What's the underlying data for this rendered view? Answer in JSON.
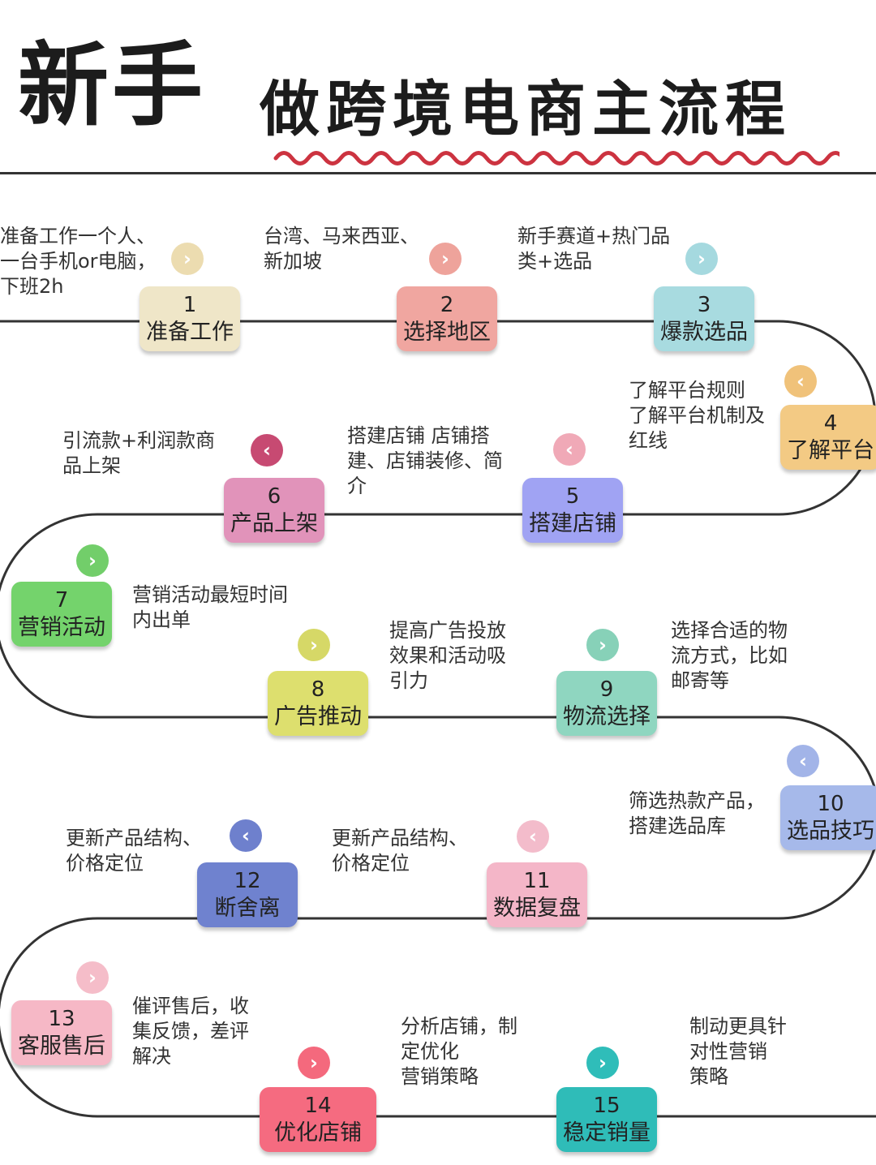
{
  "title": {
    "main": "新手",
    "sub": "做跨境电商主流程"
  },
  "colors": {
    "wave": "#cc3340",
    "track": "#333333",
    "rule": "#333333"
  },
  "steps": [
    {
      "num": "1",
      "label": "准备工作",
      "color": "#efe6c8",
      "arrow_color": "#ecdcb0",
      "arrow_icon": "›",
      "note": "准备工作一个人、\n一台手机or电脑，\n下班2h"
    },
    {
      "num": "2",
      "label": "选择地区",
      "color": "#f0a6a0",
      "arrow_color": "#eea39b",
      "arrow_icon": "›",
      "note": "台湾、马来西亚、\n新加坡"
    },
    {
      "num": "3",
      "label": "爆款选品",
      "color": "#a8dbe0",
      "arrow_color": "#a5d9df",
      "arrow_icon": "›",
      "note": "新手赛道+热门品\n类+选品"
    },
    {
      "num": "4",
      "label": "了解平台",
      "color": "#f3ca84",
      "arrow_color": "#f0c27a",
      "arrow_icon": "‹",
      "note": "了解平台规则\n了解平台机制及\n红线"
    },
    {
      "num": "5",
      "label": "搭建店铺",
      "color": "#a0a3f3",
      "arrow_color": "#f0a9b7",
      "arrow_icon": "‹",
      "note": "搭建店铺 店铺搭\n建、店铺装修、简\n介"
    },
    {
      "num": "6",
      "label": "产品上架",
      "color": "#e193ba",
      "arrow_color": "#c74a72",
      "arrow_icon": "‹",
      "note": "引流款+利润款商\n品上架"
    },
    {
      "num": "7",
      "label": "营销活动",
      "color": "#74d36c",
      "arrow_color": "#72ce6a",
      "arrow_icon": "›",
      "note": "营销活动最短时间\n内出单"
    },
    {
      "num": "8",
      "label": "广告推动",
      "color": "#dddf6e",
      "arrow_color": "#d6d867",
      "arrow_icon": "›",
      "note": "提高广告投放\n效果和活动吸\n引力"
    },
    {
      "num": "9",
      "label": "物流选择",
      "color": "#8fd6c0",
      "arrow_color": "#87d1b8",
      "arrow_icon": "›",
      "note": "选择合适的物\n流方式，比如\n邮寄等"
    },
    {
      "num": "10",
      "label": "选品技巧",
      "color": "#a6b9ea",
      "arrow_color": "#a2b4e8",
      "arrow_icon": "‹",
      "note": "筛选热款产品，\n搭建选品库"
    },
    {
      "num": "11",
      "label": "数据复盘",
      "color": "#f4b6c8",
      "arrow_color": "#f3bccb",
      "arrow_icon": "‹",
      "note": "更新产品结构、\n价格定位"
    },
    {
      "num": "12",
      "label": "断舍离",
      "color": "#6f82cf",
      "arrow_color": "#6e80cd",
      "arrow_icon": "‹",
      "note": "更新产品结构、\n价格定位"
    },
    {
      "num": "13",
      "label": "客服售后",
      "color": "#f6b8c6",
      "arrow_color": "#f5bdc9",
      "arrow_icon": "›",
      "note": "催评售后，收\n集反馈，差评\n解决"
    },
    {
      "num": "14",
      "label": "优化店铺",
      "color": "#f56b80",
      "arrow_color": "#f4697d",
      "arrow_icon": "›",
      "note": "分析店铺，制\n定优化\n营销策略"
    },
    {
      "num": "15",
      "label": "稳定销量",
      "color": "#2fbcb8",
      "arrow_color": "#2fbdb9",
      "arrow_icon": "›",
      "note": "制动更具针\n对性营销\n策略"
    }
  ]
}
